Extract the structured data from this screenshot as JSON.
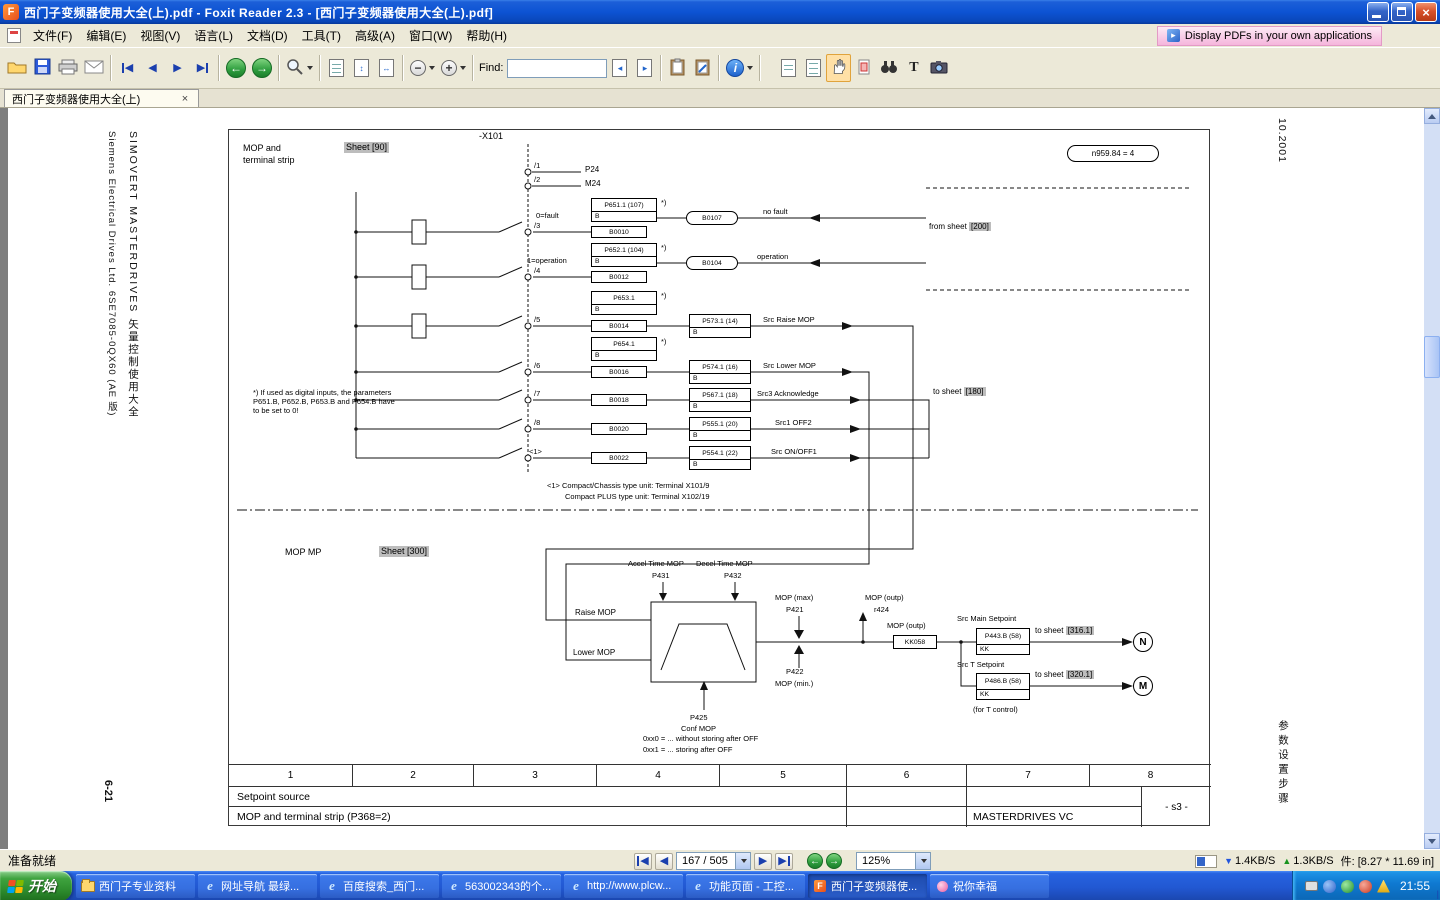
{
  "window": {
    "title": "西门子变频器使用大全(上).pdf - Foxit Reader 2.3 - [西门子变频器使用大全(上).pdf]"
  },
  "menubar": {
    "items": [
      "文件(F)",
      "编辑(E)",
      "视图(V)",
      "语言(L)",
      "文档(D)",
      "工具(T)",
      "高级(A)",
      "窗口(W)",
      "帮助(H)"
    ],
    "promo": "Display PDFs in your own applications"
  },
  "toolbar": {
    "find_label": "Find:",
    "find_value": ""
  },
  "tabbar": {
    "active_tab": "西门子变频器使用大全(上)"
  },
  "page_margins": {
    "left_col1": "Siemens Electrical Drives Ltd.    6SE7085-0QX60 (AE 版)",
    "left_col2": "SIMOVERT MASTERDRIVES    矢量控制使用大全",
    "page_number": "6-21",
    "right_top": "10.2001",
    "right_bottom": "参数设置步骤"
  },
  "diagram": {
    "n959": "n959.84 = 4",
    "title1": "MOP and",
    "title2": "terminal strip",
    "sheet90": "Sheet [90]",
    "x101": "-X101",
    "p24": "P24",
    "m24": "M24",
    "pin1": "/1",
    "pin2": "/2",
    "pin3": "/3",
    "pin4": "/4",
    "pin5": "/5",
    "pin6": "/6",
    "pin7": "/7",
    "pin8": "/8",
    "pin9": "<1>",
    "cond_fault": "0=fault",
    "cond_operation": "1=operation",
    "star": "*)",
    "p651": "P651.1 (107)",
    "p652": "P652.1 (104)",
    "p653": "P653.1",
    "p654": "P654.1",
    "b": "B",
    "b0010": "B0010",
    "b0012": "B0012",
    "b0014": "B0014",
    "b0016": "B0016",
    "b0018": "B0018",
    "b0020": "B0020",
    "b0022": "B0022",
    "b0107": "B0107",
    "b0104": "B0104",
    "sig_no_fault": "no fault",
    "sig_operation": "operation",
    "sig_raise": "Src Raise MOP",
    "sig_lower": "Src Lower MOP",
    "sig_ack": "Src3 Acknowledge",
    "sig_off2": "Src1 OFF2",
    "sig_onoff1": "Src ON/OFF1",
    "p573": "P573.1 (14)",
    "p574": "P574.1 (16)",
    "p567": "P567.1 (18)",
    "p555": "P555.1 (20)",
    "p554": "P554.1 (22)",
    "from_sheet": "from sheet",
    "ref200": "[200]",
    "to_sheet": "to sheet",
    "ref180": "[180]",
    "note_star_1": "*)   If used as digital inputs, the parameters",
    "note_star_2": "P651.B, P652.B, P653.B and P654.B have",
    "note_star_3": "to be set to 0!",
    "note_cc_1": "<1>  Compact/Chassis type unit:    Terminal X101/9",
    "note_cc_2": "Compact PLUS type unit:     Terminal X102/19",
    "mop_mp": "MOP MP",
    "sheet300": "Sheet [300]",
    "accel": "Accel Time MOP",
    "decel": "Decel Time MOP",
    "p431": "P431",
    "p432": "P432",
    "raise": "Raise MOP",
    "lower": "Lower MOP",
    "mop_max": "MOP (max)",
    "p421": "P421",
    "mop_outp": "MOP (outp)",
    "r424": "r424",
    "kk058": "KK058",
    "p422": "P422",
    "mop_min": "MOP (min.)",
    "p425": "P425",
    "conf_mop": "Conf MOP",
    "src_main": "Src Main Setpoint",
    "p443": "P443.B (58)",
    "kk": "KK",
    "ref316": "[316.1]",
    "src_t": "Src T Setpoint",
    "p486": "P486.B (58)",
    "ref320": "[320.1]",
    "n": "N",
    "m": "M",
    "for_t": "(for T control)",
    "store0": "0xx0 = ... without storing after OFF",
    "store1": "0xx1 = ... storing after OFF"
  },
  "footer_table": {
    "cols": [
      "1",
      "2",
      "3",
      "4",
      "5",
      "6",
      "7",
      "8"
    ],
    "row2_left": "Setpoint source",
    "row3_left": "MOP and terminal strip (P368=2)",
    "product": "MASTERDRIVES VC",
    "sheet_code": "- s3 -"
  },
  "statusbar": {
    "ready": "准备就绪",
    "page_combo": "167 / 505",
    "zoom_combo": "125%",
    "down_speed": "1.4KB/S",
    "up_speed": "1.3KB/S",
    "doc_size": "件: [8.27 * 11.69 in]"
  },
  "taskbar": {
    "start": "开始",
    "buttons": [
      {
        "label": "西门子专业资料",
        "icon": "folder"
      },
      {
        "label": "网址导航 最绿...",
        "icon": "ie"
      },
      {
        "label": "百度搜索_西门...",
        "icon": "ie"
      },
      {
        "label": "563002343的个...",
        "icon": "ie"
      },
      {
        "label": "http://www.plcw...",
        "icon": "ie"
      },
      {
        "label": "功能页面 - 工控...",
        "icon": "ie"
      },
      {
        "label": "西门子变频器使...",
        "icon": "foxit",
        "active": true
      },
      {
        "label": "祝你幸福",
        "icon": "misc"
      }
    ],
    "time": "21:55"
  },
  "icons": {
    "prev": "◀",
    "next": "▶",
    "back": "←",
    "forward": "→",
    "minus": "−",
    "plus": "+",
    "info": "i",
    "text_tool": "T",
    "close": "×",
    "down_arrow": "▼",
    "up_arrow": "▲",
    "find_prev": "◂",
    "find_next": "▸",
    "ie": "e",
    "foxit_logo": "F"
  }
}
